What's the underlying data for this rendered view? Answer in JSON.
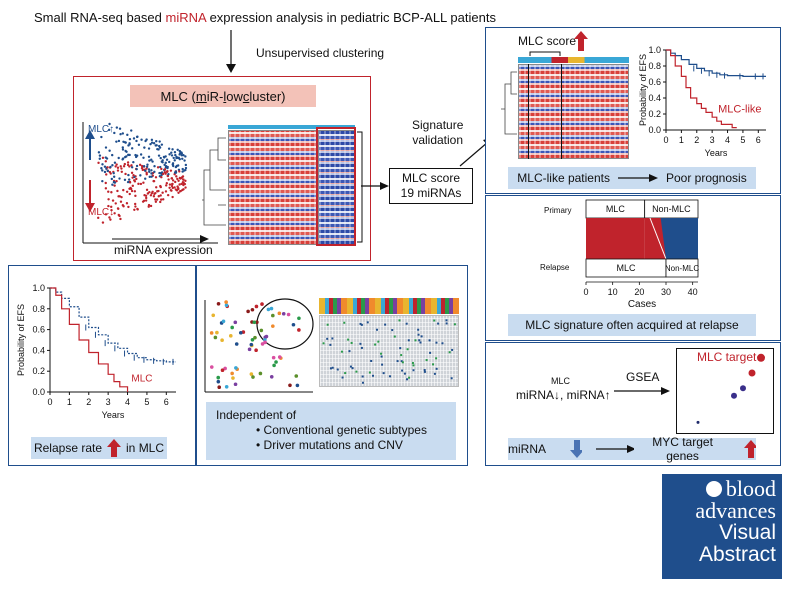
{
  "header": {
    "title_pre": "Small RNA-seq based ",
    "title_hl": "miRNA",
    "title_post": " expression analysis in pediatric BCP-ALL patients",
    "clustering": "Unsupervised clustering"
  },
  "mlc_panel": {
    "banner_pre": "MLC (",
    "banner_m": "m",
    "banner_mid": "iR-",
    "banner_l": "l",
    "banner_mid2": "ow ",
    "banner_c": "c",
    "banner_post": "luster)",
    "mlc_up": "MLC↑",
    "mlc_down": "MLC↓",
    "xlabel": "miRNA expression"
  },
  "score_box": {
    "line1": "MLC score",
    "line2": "19 miRNAs"
  },
  "signature": {
    "line1": "Signature",
    "line2": "validation"
  },
  "efs_top": {
    "score_label": "MLC score",
    "ylabel": "Probability of EFS",
    "xlabel": "Years",
    "series_label": "MLC-like",
    "yticks": [
      "0.0",
      "0.2",
      "0.4",
      "0.6",
      "0.8",
      "1.0"
    ],
    "xticks": [
      "0",
      "1",
      "2",
      "3",
      "4",
      "5",
      "6"
    ],
    "caption_a": "MLC-like patients",
    "caption_b": "Poor prognosis"
  },
  "relapse_panel": {
    "primary": "Primary",
    "relapse": "Relapse",
    "mlc": "MLC",
    "non_mlc": "Non-MLC",
    "xlabel": "Cases",
    "xticks": [
      "0",
      "10",
      "20",
      "30",
      "40"
    ],
    "caption": "MLC signature often acquired at relapse"
  },
  "gsea_panel": {
    "mlc": "MLC",
    "mirna": "miRNA↓, miRNA↑",
    "gsea": "GSEA",
    "target": "MLC target",
    "caption_a": "miRNA",
    "caption_b": "MYC target genes"
  },
  "efs_bottom": {
    "ylabel": "Probability of EFS",
    "xlabel": "Years",
    "series_label": "MLC",
    "yticks": [
      "0.0",
      "0.2",
      "0.4",
      "0.6",
      "0.8",
      "1.0"
    ],
    "xticks": [
      "0",
      "1",
      "2",
      "3",
      "4",
      "5",
      "6"
    ],
    "caption_a": "Relapse rate",
    "caption_b": "in MLC"
  },
  "independent": {
    "title": "Independent of",
    "item1": "• Conventional genetic subtypes",
    "item2": "• Driver mutations and CNV"
  },
  "logo": {
    "line1": "blood",
    "line2": "advances",
    "line3": "Visual",
    "line4": "Abstract"
  },
  "colors": {
    "red": "#c0232c",
    "blue": "#1f4e8c",
    "caption": "#c9dcf0",
    "banner": "#f3c2b8"
  },
  "chart_data": [
    {
      "type": "line",
      "title": "",
      "xlabel": "Years",
      "ylabel": "Probability of EFS",
      "xlim": [
        0,
        6.5
      ],
      "ylim": [
        0,
        1.0
      ],
      "series": [
        {
          "name": "",
          "x": [
            0,
            0.3,
            0.6,
            1,
            1.5,
            2,
            2.5,
            3,
            3.5,
            4,
            5,
            6,
            6.5
          ],
          "y": [
            1.0,
            0.96,
            0.93,
            0.88,
            0.82,
            0.77,
            0.74,
            0.71,
            0.69,
            0.68,
            0.67,
            0.67,
            0.67
          ]
        },
        {
          "name": "MLC-like",
          "x": [
            0,
            0.3,
            0.6,
            1,
            1.3,
            1.6,
            2,
            2.3,
            2.6,
            3,
            3.3,
            3.6,
            4,
            4.3,
            4.6
          ],
          "y": [
            1.0,
            0.93,
            0.8,
            0.67,
            0.53,
            0.4,
            0.33,
            0.27,
            0.22,
            0.16,
            0.11,
            0.07,
            0.07,
            0.03,
            0.03
          ]
        }
      ]
    },
    {
      "type": "line",
      "title": "",
      "xlabel": "Years",
      "ylabel": "Probability of EFS",
      "xlim": [
        0,
        6.5
      ],
      "ylim": [
        0,
        1.0
      ],
      "series": [
        {
          "name": "",
          "x": [
            0,
            0.3,
            0.6,
            1,
            1.5,
            2,
            2.5,
            3,
            3.5,
            4,
            4.5,
            5,
            5.5,
            6,
            6.5
          ],
          "y": [
            1.0,
            0.96,
            0.9,
            0.82,
            0.72,
            0.62,
            0.55,
            0.47,
            0.42,
            0.37,
            0.33,
            0.31,
            0.3,
            0.29,
            0.29
          ]
        },
        {
          "name": "MLC",
          "x": [
            0,
            0.3,
            0.6,
            1,
            1.5,
            2,
            2.5,
            3,
            3.3,
            3.6,
            4
          ],
          "y": [
            1.0,
            0.93,
            0.8,
            0.65,
            0.5,
            0.38,
            0.27,
            0.17,
            0.1,
            0.05,
            0.0
          ]
        }
      ]
    },
    {
      "type": "bar",
      "title": "",
      "xlabel": "Cases",
      "ylabel": "",
      "xlim": [
        0,
        42
      ],
      "categories": [
        "Primary",
        "Relapse"
      ],
      "series": [
        {
          "name": "MLC",
          "values": [
            22,
            30
          ]
        },
        {
          "name": "Non-MLC",
          "values": [
            20,
            12
          ]
        }
      ]
    },
    {
      "type": "scatter",
      "title": "",
      "xlabel": "",
      "ylabel": "",
      "series": [
        {
          "name": "MLC target",
          "x": [
            0.2,
            0.6,
            0.7,
            0.8,
            0.9
          ],
          "y": [
            0.1,
            0.45,
            0.55,
            0.75,
            0.95
          ]
        }
      ]
    }
  ]
}
